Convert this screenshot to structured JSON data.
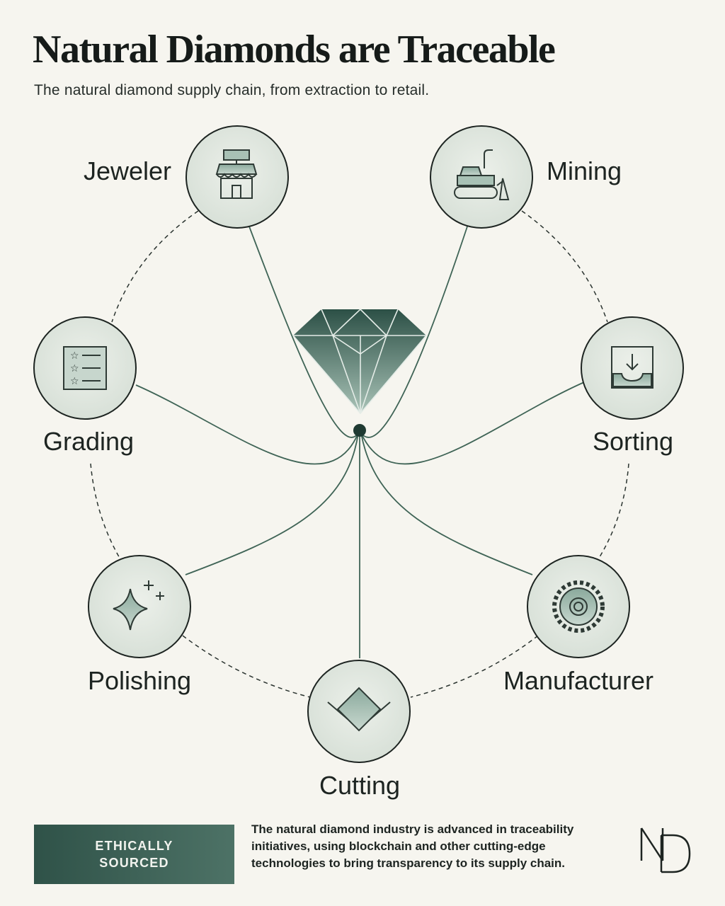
{
  "header": {
    "title": "Natural Diamonds are Traceable",
    "subtitle": "The natural diamond supply chain, from extraction to retail."
  },
  "diagram": {
    "center_icon": "diamond-icon",
    "nodes": [
      {
        "id": "jeweler",
        "label": "Jeweler",
        "icon": "storefront-icon"
      },
      {
        "id": "mining",
        "label": "Mining",
        "icon": "bulldozer-icon"
      },
      {
        "id": "sorting",
        "label": "Sorting",
        "icon": "inbox-download-icon"
      },
      {
        "id": "manufacturer",
        "label": "Manufacturer",
        "icon": "saw-blade-icon"
      },
      {
        "id": "cutting",
        "label": "Cutting",
        "icon": "cut-diamond-icon"
      },
      {
        "id": "polishing",
        "label": "Polishing",
        "icon": "sparkle-icon"
      },
      {
        "id": "grading",
        "label": "Grading",
        "icon": "star-checklist-icon"
      }
    ]
  },
  "footer": {
    "badge_line1": "ETHICALLY",
    "badge_line2": "SOURCED",
    "description": "The natural diamond industry is advanced in traceability initiatives, using blockchain and other cutting-edge technologies to bring transparency to its supply chain.",
    "logo_icon": "nd-monogram-icon"
  },
  "colors": {
    "background": "#f6f5ef",
    "accent_dark": "#2f5248",
    "accent_light": "#4d7266",
    "node_fill": "#dfe6de",
    "line": "#3f6456"
  }
}
